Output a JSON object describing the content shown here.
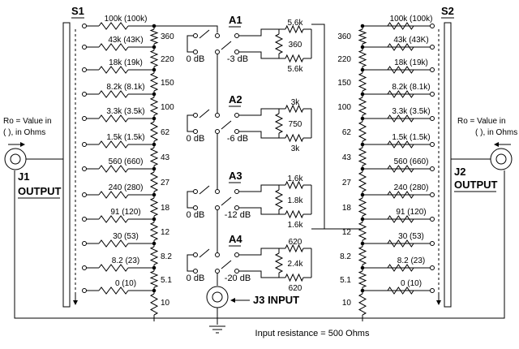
{
  "labels": {
    "s1": "S1",
    "s2": "S2",
    "a1": "A1",
    "a2": "A2",
    "a3": "A3",
    "a4": "A4",
    "j1": "J1",
    "j2": "J2",
    "output": "OUTPUT",
    "j3_input": "J3 INPUT",
    "ro_line1": "Ro = Value in",
    "ro_line2": "( ), in Ohms",
    "footer": "Input resistance = 500 Ohms"
  },
  "attenuators": [
    {
      "id": "A1",
      "db": "-3 dB",
      "zero": "0 dB",
      "top": "5.6k",
      "mid": "360",
      "bot": "5.6k"
    },
    {
      "id": "A2",
      "db": "-6 dB",
      "zero": "0 dB",
      "top": "3k",
      "mid": "750",
      "bot": "3k"
    },
    {
      "id": "A3",
      "db": "-12 dB",
      "zero": "0 dB",
      "top": "1.6k",
      "mid": "1.8k",
      "bot": "1.6k"
    },
    {
      "id": "A4",
      "db": "-20 dB",
      "zero": "0 dB",
      "top": "620",
      "mid": "2.4k",
      "bot": "620"
    }
  ],
  "tap_resistors": [
    "100k (100k)",
    "43k (43K)",
    "18k (19k)",
    "8.2k (8.1k)",
    "3.3k (3.5k)",
    "1.5k (1.5k)",
    "560 (660)",
    "240 (280)",
    "91 (120)",
    "30 (53)",
    "8.2 (23)",
    "0 (10)"
  ],
  "ladder_resistors": [
    "360",
    "220",
    "150",
    "100",
    "62",
    "43",
    "27",
    "18",
    "12",
    "8.2",
    "5.1",
    "10"
  ]
}
